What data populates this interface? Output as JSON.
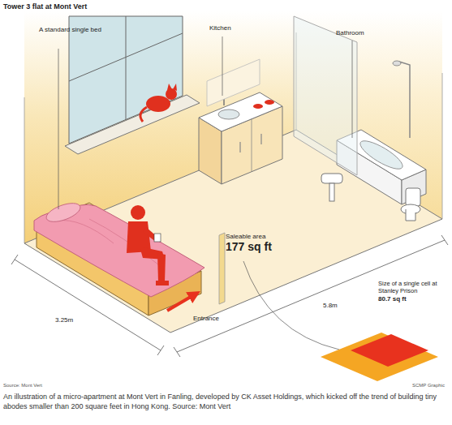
{
  "diagram": {
    "title": "Tower 3 flat at Mont Vert",
    "caption": "An illustration of a micro-apartment at Mont Vert in Fanling, developed by CK Asset Holdings, which kicked off the trend of building tiny abodes smaller than 200 square feet in Hong Kong. Source: Mont Vert",
    "labels": [
      "A standard single bed",
      "Kitchen",
      "Bathroom",
      "Saleable area",
      "177 sq ft",
      "Size of a single cell at Stanley Prison",
      "80.7 sq ft",
      "3.25m",
      "5.8m",
      "Entrance",
      "Source: Mont Vert",
      "SCMP Graphic"
    ]
  }
}
